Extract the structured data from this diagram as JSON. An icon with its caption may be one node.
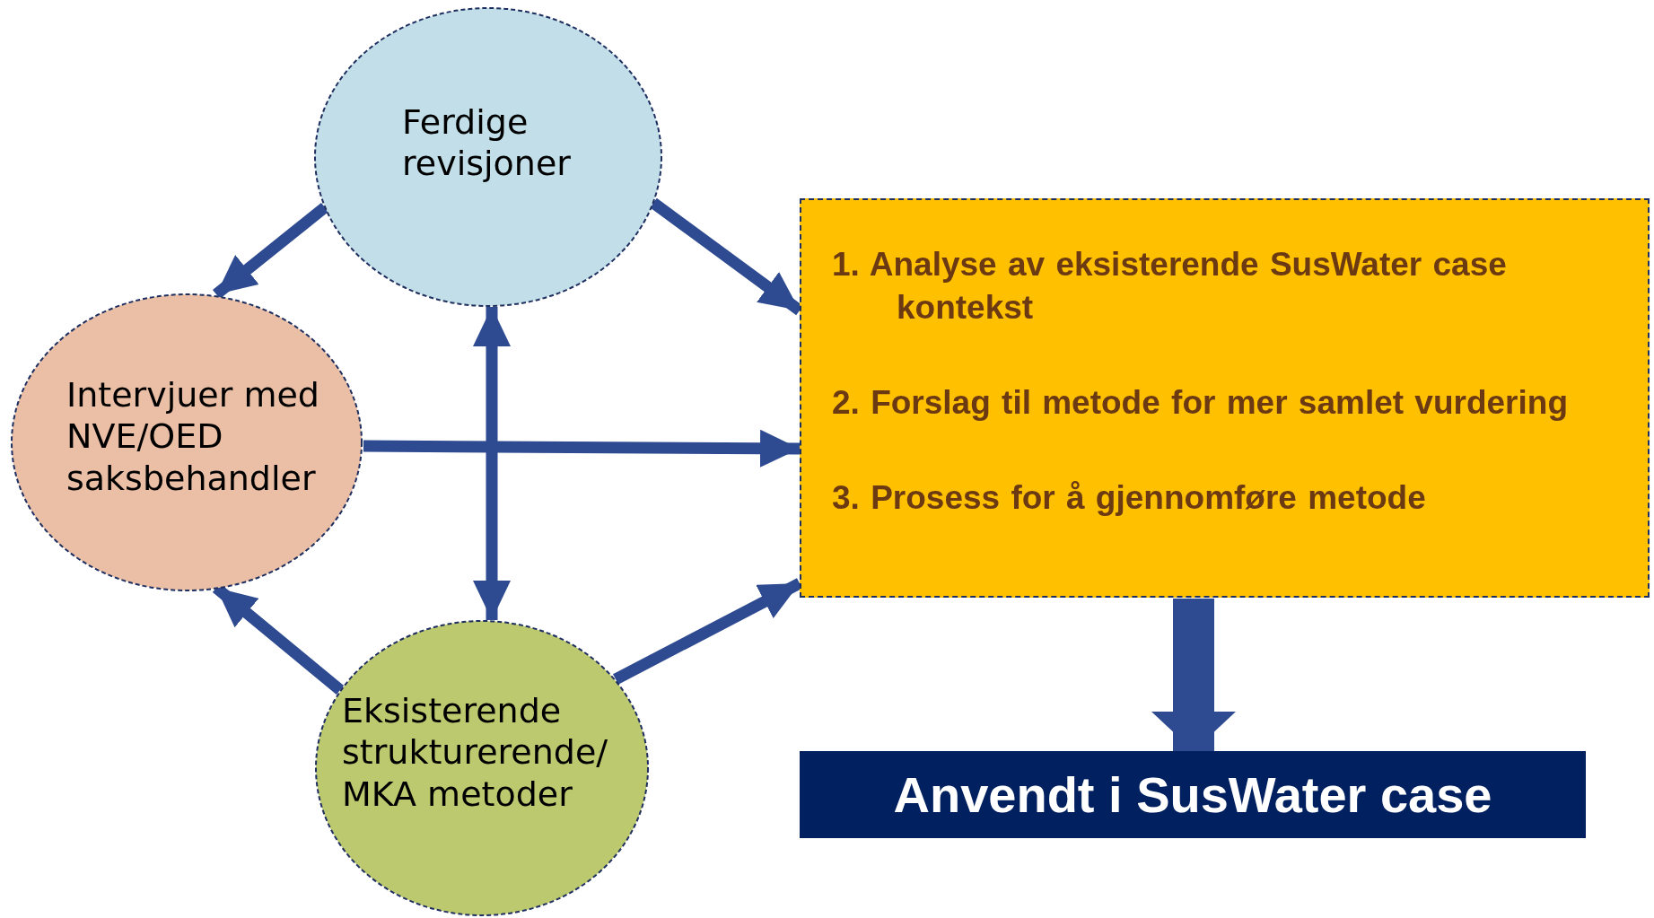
{
  "diagram": {
    "nodes": [
      {
        "text": [
          "Ferdige revisjoner"
        ]
      },
      {
        "text": [
          "Intervjuer med NVE/OED saksbehandler"
        ]
      },
      {
        "text": [
          "Eksisterende strukturerende/ MKA metoder"
        ]
      },
      {
        "text": [
          "1. Analyse av eksisterende SusWater case kontekst",
          "2. Forslag til metode for mer samlet vurdering",
          "3. Prosess for å gjennomføre metode"
        ]
      },
      {
        "text": [
          "Anvendt i SusWater case"
        ]
      }
    ],
    "edges": [
      {
        "from": 0,
        "to": 1,
        "arrow": "to"
      },
      {
        "from": 0,
        "to": 3,
        "arrow": "to"
      },
      {
        "from": 1,
        "to": 3,
        "arrow": "to"
      },
      {
        "from": 2,
        "to": 1,
        "arrow": "to"
      },
      {
        "from": 2,
        "to": 3,
        "arrow": "to"
      },
      {
        "from": 0,
        "to": 2,
        "arrow": "both"
      },
      {
        "from": 3,
        "to": 4,
        "arrow": "to",
        "style": "thick"
      }
    ]
  }
}
